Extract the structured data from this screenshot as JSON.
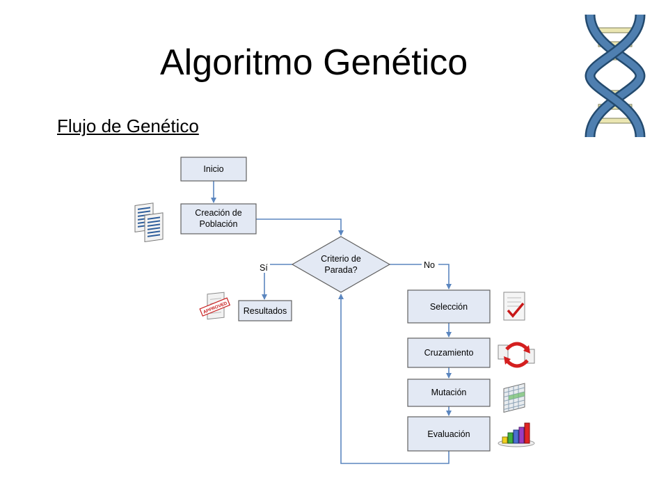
{
  "slide": {
    "title": "Algoritmo Genético",
    "subtitle": "Flujo de Genético"
  },
  "flowchart": {
    "inicio": "Inicio",
    "creacion_l1": "Creación de",
    "creacion_l2": "Población",
    "criterio_l1": "Criterio de",
    "criterio_l2": "Parada?",
    "label_si": "Sí",
    "label_no": "No",
    "resultados": "Resultados",
    "seleccion": "Selección",
    "cruzamiento": "Cruzamiento",
    "mutacion": "Mutación",
    "evaluacion": "Evaluación"
  },
  "icons": {
    "approved_stamp": "APPROVED",
    "dna": "dna-helix-icon",
    "documents": "documents-icon",
    "checklist": "checklist-icon",
    "cycle": "cycle-arrows-icon",
    "spreadsheet": "spreadsheet-icon",
    "bar_chart": "bar-chart-icon"
  }
}
